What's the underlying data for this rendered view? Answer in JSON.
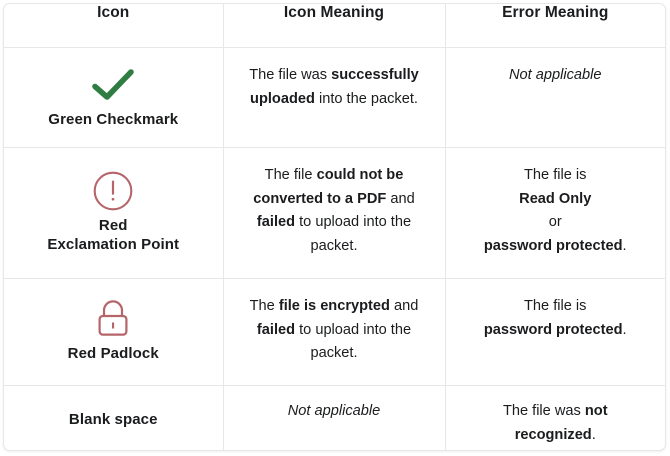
{
  "table": {
    "columns": [
      {
        "key": "icon",
        "label": "Icon"
      },
      {
        "key": "icon_meaning",
        "label": "Icon Meaning"
      },
      {
        "key": "error_meaning",
        "label": "Error Meaning"
      }
    ],
    "rows": [
      {
        "icon_name": "green-checkmark-icon",
        "icon_color": "#2f7d43",
        "icon_label": "Green Checkmark",
        "icon_meaning": {
          "parts": [
            {
              "text": "The file was ",
              "bold": false
            },
            {
              "text": "successfully uploaded",
              "bold": true
            },
            {
              "text": " into the packet.",
              "bold": false
            }
          ]
        },
        "error_meaning": {
          "italic": true,
          "parts": [
            {
              "text": "Not applicable",
              "bold": false
            }
          ]
        }
      },
      {
        "icon_name": "red-exclamation-point-icon",
        "icon_color": "#b5656a",
        "icon_label": "Red\nExclamation Point",
        "icon_meaning": {
          "parts": [
            {
              "text": "The file ",
              "bold": false
            },
            {
              "text": "could not be converted to a PDF",
              "bold": true
            },
            {
              "text": " and ",
              "bold": false
            },
            {
              "text": "failed",
              "bold": true
            },
            {
              "text": " to upload into the packet.",
              "bold": false
            }
          ]
        },
        "error_meaning": {
          "italic": false,
          "parts": [
            {
              "text": "The file is",
              "bold": false,
              "break_after": true
            },
            {
              "text": "Read Only",
              "bold": true,
              "break_after": true
            },
            {
              "text": "or",
              "bold": false,
              "break_after": true
            },
            {
              "text": "password protected",
              "bold": true
            },
            {
              "text": ".",
              "bold": false
            }
          ]
        }
      },
      {
        "icon_name": "red-padlock-icon",
        "icon_color": "#b5656a",
        "icon_label": "Red Padlock",
        "icon_meaning": {
          "parts": [
            {
              "text": "The ",
              "bold": false
            },
            {
              "text": "file is encrypted",
              "bold": true
            },
            {
              "text": " and ",
              "bold": false
            },
            {
              "text": "failed",
              "bold": true
            },
            {
              "text": " to upload into the packet.",
              "bold": false
            }
          ]
        },
        "error_meaning": {
          "italic": false,
          "parts": [
            {
              "text": "The file is",
              "bold": false,
              "break_after": true
            },
            {
              "text": "password protected",
              "bold": true
            },
            {
              "text": ".",
              "bold": false
            }
          ]
        }
      },
      {
        "icon_name": "blank-space-icon",
        "icon_color": "",
        "icon_label": "Blank space",
        "icon_meaning": {
          "italic": true,
          "parts": [
            {
              "text": "Not applicable",
              "bold": false
            }
          ]
        },
        "error_meaning": {
          "italic": false,
          "parts": [
            {
              "text": "The file was ",
              "bold": false
            },
            {
              "text": "not recognized",
              "bold": true
            },
            {
              "text": ".",
              "bold": false
            }
          ]
        }
      }
    ]
  },
  "colors": {
    "border": "#e6e7e9",
    "text": "#1b1c1e",
    "green": "#2f7d43",
    "red": "#b5656a",
    "background": "#ffffff"
  }
}
